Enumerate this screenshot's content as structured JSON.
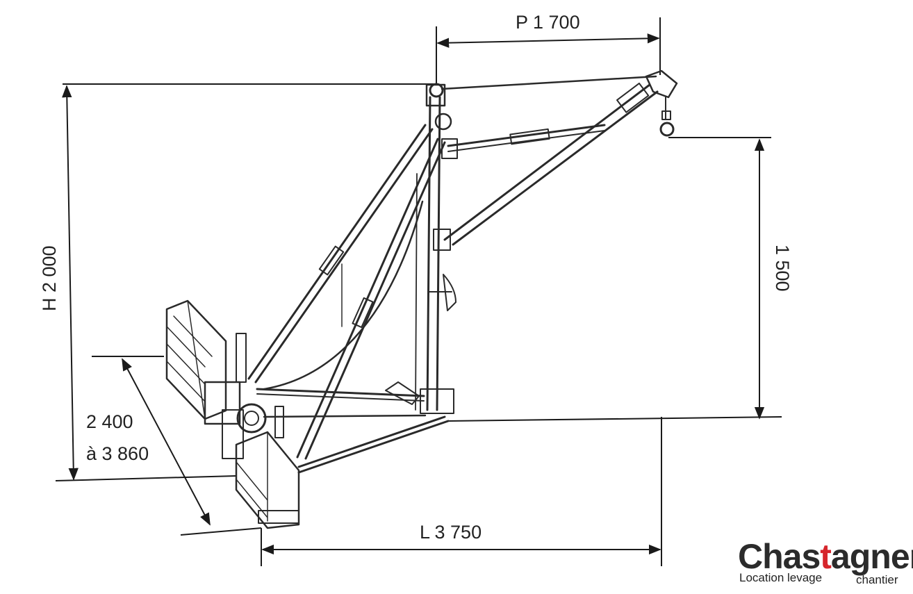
{
  "dimensions": {
    "top_reach": "P 1 700",
    "total_height": "H 2 000",
    "hook_height": "1 500",
    "base_width_line1": "2 400",
    "base_width_line2": "à 3 860",
    "length": "L 3 750"
  },
  "logo": {
    "name_part1": "Chas",
    "name_part2": "t",
    "name_part3": "agner",
    "tagline_left": "Location levage",
    "tagline_right": "chantier",
    "colors": {
      "text": "#2b2b2b",
      "accent": "#d6262c"
    }
  },
  "colors": {
    "line": "#1a1a1a",
    "structure": "#2a2a2a"
  }
}
